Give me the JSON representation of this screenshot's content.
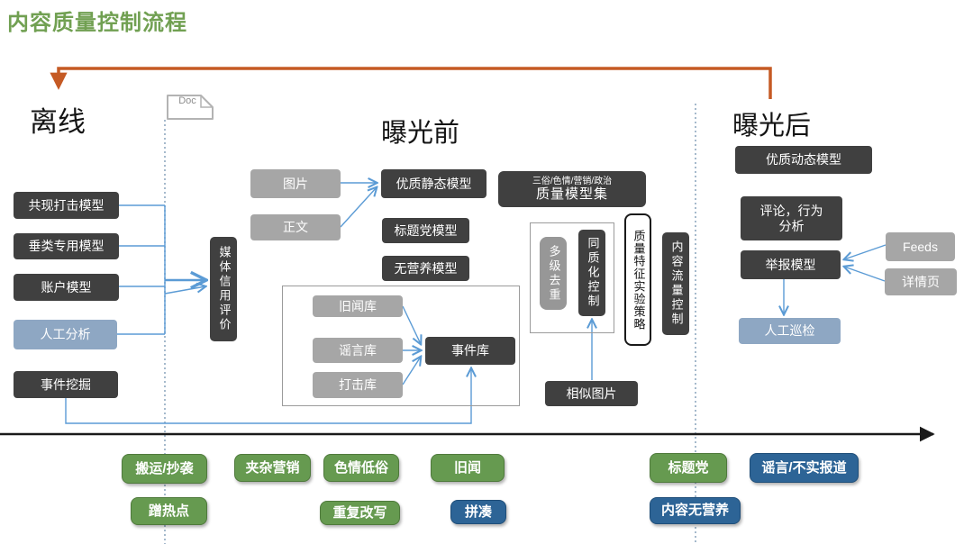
{
  "title": "内容质量控制流程",
  "sections": {
    "offline": "离线",
    "pre_exposure": "曝光前",
    "post_exposure": "曝光后"
  },
  "nodes": {
    "doc": "Doc",
    "co_strike": "共现打击模型",
    "vertical_model": "垂类专用模型",
    "account_model": "账户模型",
    "manual_analysis": "人工分析",
    "event_mining": "事件挖掘",
    "media_credit": "媒体信用评价",
    "image": "图片",
    "body_text": "正文",
    "quality_static": "优质静态模型",
    "clickbait_model": "标题党模型",
    "no_nutrition_model": "无营养模型",
    "model_set_sub": "三俗/色情/营销/政治",
    "model_set_main": "质量模型集",
    "multi_dedup": "多级去重",
    "homogeneous_control": "同质化控制",
    "quality_feature_exp": "质量特征实验策略",
    "content_flow_control": "内容流量控制",
    "similar_image": "相似图片",
    "old_news_lib": "旧闻库",
    "rumor_lib": "谣言库",
    "strike_lib": "打击库",
    "event_lib": "事件库",
    "quality_dynamic": "优质动态模型",
    "comment_behavior_l1": "评论，行为",
    "comment_behavior_l2": "分析",
    "report_model": "举报模型",
    "feeds": "Feeds",
    "detail_page": "详情页",
    "manual_patrol": "人工巡检"
  },
  "tags": {
    "move_copy": "搬运/抄袭",
    "ride_hotspot": "蹭热点",
    "mixed_marketing": "夹杂营销",
    "porn_vulgar": "色情低俗",
    "repeat_rewrite": "重复改写",
    "old_news": "旧闻",
    "patchwork": "拼凑",
    "clickbait": "标题党",
    "no_nutrition": "内容无营养",
    "rumor_false_report": "谣言/不实报道"
  },
  "colors": {
    "title_green": "#71a052",
    "tag_green": "#669a50",
    "tag_blue": "#2d6496",
    "box_dark": "#404040",
    "box_gray": "#a6a6a6",
    "box_bluegray": "#8ea7c3",
    "arrow_blue": "#5b9bd5",
    "bracket_orange": "#c55a24",
    "axis_black": "#1a1a1a",
    "dotted_line_blue": "#8fa8bf"
  }
}
